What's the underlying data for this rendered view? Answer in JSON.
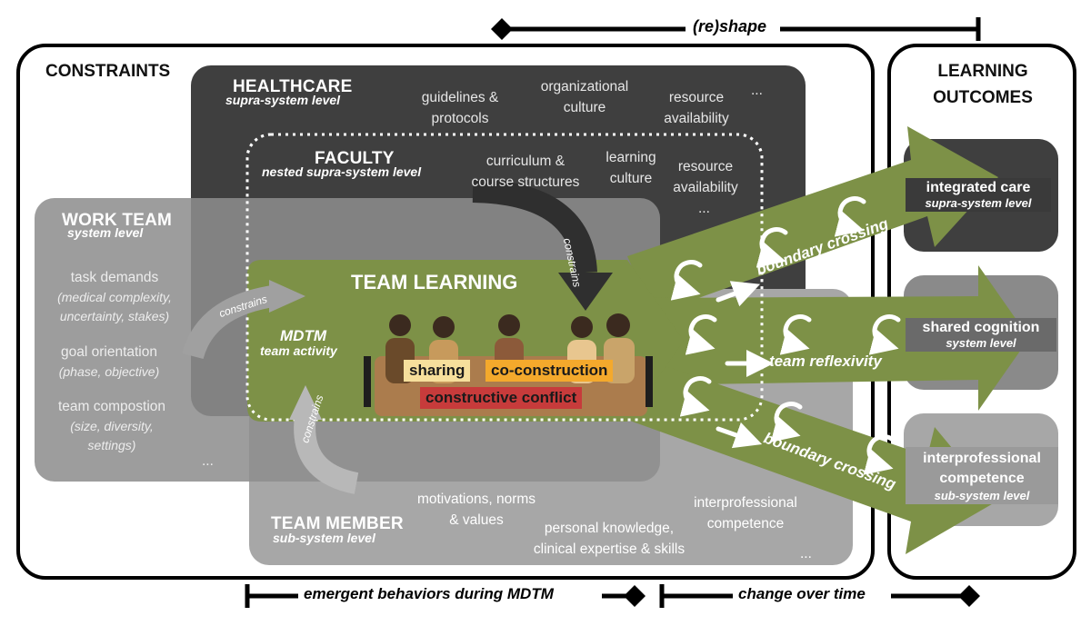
{
  "top": {
    "reshape": "(re)shape"
  },
  "bottom": {
    "emergent": "emergent behaviors during MDTM",
    "change": "change over time"
  },
  "constraints": {
    "title": "CONSTRAINTS"
  },
  "learning_outcomes": {
    "title_line1": "LEARNING",
    "title_line2": "OUTCOMES"
  },
  "healthcare": {
    "title": "HEALTHCARE",
    "level": "supra-system level",
    "items": [
      {
        "l1": "guidelines &",
        "l2": "protocols"
      },
      {
        "l1": "organizational",
        "l2": "culture"
      },
      {
        "l1": "resource",
        "l2": "availability"
      }
    ],
    "more": "..."
  },
  "faculty": {
    "title": "FACULTY",
    "level": "nested supra-system level",
    "items": [
      {
        "l1": "curriculum &",
        "l2": "course structures"
      },
      {
        "l1": "learning",
        "l2": "culture"
      },
      {
        "l1": "resource",
        "l2": "availability"
      }
    ],
    "more": "..."
  },
  "work_team": {
    "title": "WORK TEAM",
    "level": "system level",
    "items": [
      {
        "main": "task demands",
        "sub1": "(medical complexity,",
        "sub2": "uncertainty, stakes)"
      },
      {
        "main": "goal orientation",
        "sub1": "(phase, objective)"
      },
      {
        "main": "team compostion",
        "sub1": "(size, diversity,",
        "sub2": "settings)"
      }
    ],
    "more": "..."
  },
  "team_member": {
    "title": "TEAM MEMBER",
    "level": "sub-system level",
    "items": [
      {
        "l1": "motivations, norms",
        "l2": "& values"
      },
      {
        "l1": "personal knowledge,",
        "l2": "clinical expertise & skills"
      },
      {
        "l1": "interprofessional",
        "l2": "competence"
      }
    ],
    "more": "..."
  },
  "team_learning": {
    "title": "TEAM LEARNING",
    "activity": "MDTM",
    "activity_sub": "team activity",
    "behaviors": {
      "sharing": "sharing",
      "coconstruction": "co-construction",
      "conflict": "constructive conflict"
    }
  },
  "arrows": {
    "constrains": "constrains"
  },
  "flows": {
    "top": "boundary crossing",
    "middle": "team reflexivity",
    "bottom": "boundary crossing"
  },
  "outcomes": [
    {
      "title": "integrated care",
      "level": "supra-system level"
    },
    {
      "title": "shared cognition",
      "level": "system level"
    },
    {
      "title_l1": "interprofessional",
      "title_l2": "competence",
      "level": "sub-system level"
    }
  ],
  "colors": {
    "dark": "#3f3f3f",
    "mid": "#8a8a8a",
    "light": "#a7a7a7",
    "green": "#7d9147",
    "sharing": "#f6df9c",
    "coconstruction": "#f4a92c",
    "conflict": "#c73b3b"
  }
}
